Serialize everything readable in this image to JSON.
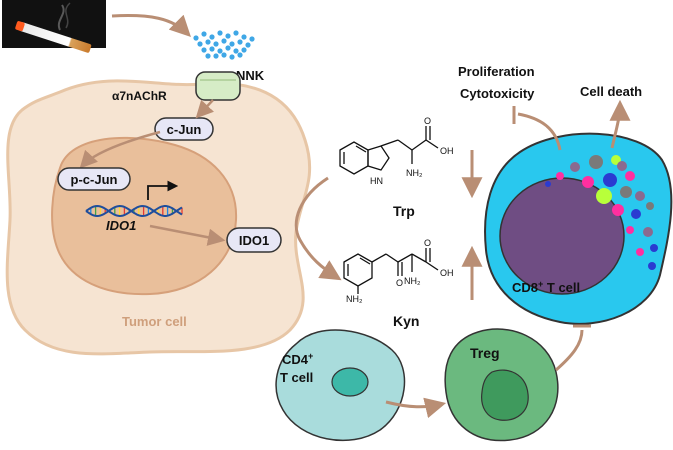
{
  "labels": {
    "nnk": "NNK",
    "receptor": "α7nAChR",
    "cjun": "c-Jun",
    "pcjun": "p-c-Jun",
    "ido1_gene": "IDO1",
    "ido1_protein": "IDO1",
    "tumor_cell": "Tumor cell",
    "trp": "Trp",
    "kyn": "Kyn",
    "proliferation": "Proliferation",
    "cytotoxicity": "Cytotoxicity",
    "cell_death": "Cell death",
    "cd8_main": "CD8",
    "cd8_sup": "+",
    "cd8_tail": " T cell",
    "cd4_main": "CD4",
    "cd4_sup": "+",
    "cd4_line2": "T cell",
    "treg": "Treg",
    "mol_oh1": "OH",
    "mol_o1": "O",
    "mol_hn": "HN",
    "mol_nh2a": "NH₂",
    "mol_oh2": "OH",
    "mol_o2a": "O",
    "mol_o2b": "O",
    "mol_nh2b": "NH₂",
    "mol_nh2c": "NH₂"
  },
  "colors": {
    "arrow": "#b98e74",
    "tumor_fill": "#f6e4d2",
    "tumor_stroke": "#e7c6a6",
    "nucleus_fill": "#e9bf9b",
    "nucleus_stroke": "#d6a07a",
    "tumor_label": "#cf9f7c",
    "protein_fill": "#e7e7f6",
    "receptor_fill": "#d6ecc6",
    "cd8_fill": "#29c8ee",
    "cd8_nucleus": "#6f4d83",
    "cd4_fill": "#a9dcdc",
    "treg_fill": "#6bb97f",
    "treg_nucleus": "#3f9a5d",
    "nnk_dots": "#3fa7e6"
  }
}
